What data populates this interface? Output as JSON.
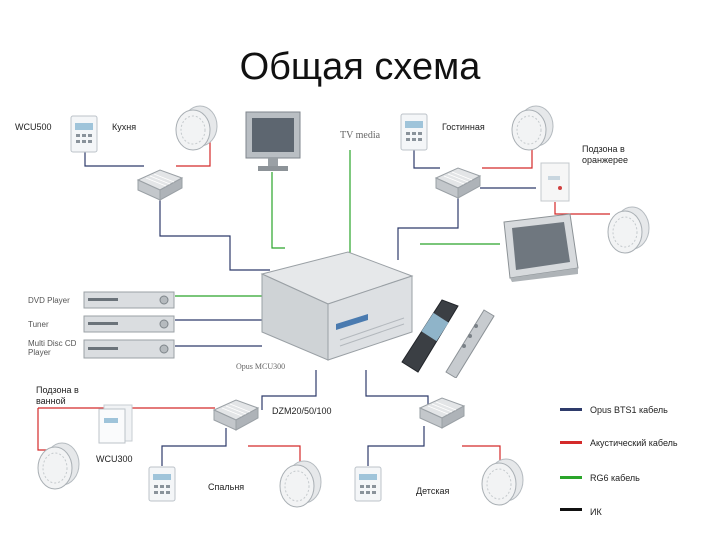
{
  "title": "Общая схема",
  "labels": {
    "wcu500": "WCU500",
    "kitchen": "Кухня",
    "living_room": "Гостинная",
    "subzone_greenhouse": "Подзона в оранжерее",
    "subzone_bathroom": "Подзона в ванной",
    "dzm": "DZM20/50/100",
    "wcu300": "WCU300",
    "bedroom": "Спальня",
    "kids_room": "Детская"
  },
  "brands": {
    "tv_media": "TV media",
    "opus_main": "Opus MCU300",
    "dvd": "DVD Player",
    "tuner": "Tuner",
    "multidisc": "Multi Disc CD Player"
  },
  "legend": [
    {
      "label": "Opus BTS1 кабель",
      "color": "#2e3b6b"
    },
    {
      "label": "Акустический кабель",
      "color": "#d42a2a"
    },
    {
      "label": "RG6 кабель",
      "color": "#2aa52a"
    },
    {
      "label": "ИК",
      "color": "#111111"
    }
  ]
}
